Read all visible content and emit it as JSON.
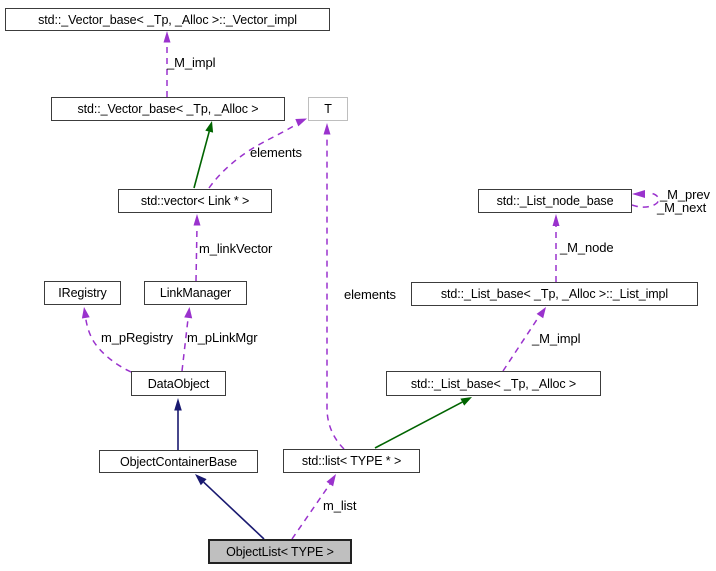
{
  "nodes": {
    "vector_impl": {
      "label": "std::_Vector_base< _Tp, _Alloc >::_Vector_impl"
    },
    "vector_base": {
      "label": "std::_Vector_base< _Tp, _Alloc >"
    },
    "t": {
      "label": "T"
    },
    "vector_link": {
      "label": "std::vector< Link * >"
    },
    "iregistry": {
      "label": "IRegistry"
    },
    "linkmanager": {
      "label": "LinkManager"
    },
    "dataobject": {
      "label": "DataObject"
    },
    "objectcontainerbase": {
      "label": "ObjectContainerBase"
    },
    "stdlist": {
      "label": "std::list< TYPE * >"
    },
    "objectlist": {
      "label": "ObjectList< TYPE >"
    },
    "list_node_base": {
      "label": "std::_List_node_base"
    },
    "list_impl": {
      "label": "std::_List_base< _Tp, _Alloc >::_List_impl"
    },
    "list_base": {
      "label": "std::_List_base< _Tp, _Alloc >"
    }
  },
  "edge_labels": {
    "m_impl_vector": "_M_impl",
    "elements_vector": "elements",
    "m_link_vector": "m_linkVector",
    "m_p_registry": "m_pRegistry",
    "m_p_link_mgr": "m_pLinkMgr",
    "elements_list": "elements",
    "m_prev": "_M_prev",
    "m_next": "_M_next",
    "m_node": "_M_node",
    "m_impl_list": "_M_impl",
    "m_list": "m_list"
  },
  "colors": {
    "usage_edge": "#9a32cd",
    "public_inheritance_edge": "#191970",
    "protected_inheritance_edge": "#006400",
    "node_border": "#3c3c3c",
    "node_fill": "#ffffff",
    "template_param_border": "#bebebe",
    "highlighted_node_fill": "#bfbfbf",
    "background": "#ffffff"
  }
}
